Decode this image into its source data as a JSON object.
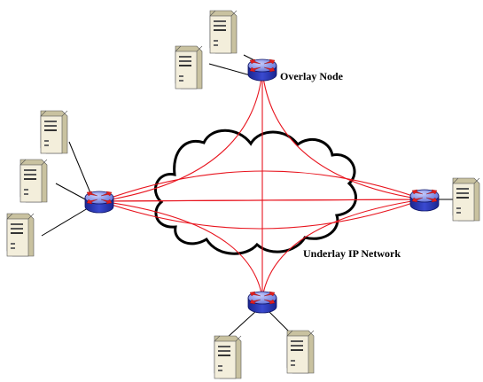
{
  "labels": {
    "overlay_node": "Overlay Node",
    "underlay_network": "Underlay IP Network"
  },
  "colors": {
    "overlay_link": "#e8141e",
    "access_link": "#000000",
    "router_top": "#7a86e6",
    "router_body": "#2636b8",
    "router_arrow": "#e01e1e",
    "cloud_stroke": "#000000",
    "server_body": "#f1ecd6",
    "server_side": "#c9c2a0"
  },
  "nodes": [
    {
      "id": "router-top",
      "icon": "router-icon"
    },
    {
      "id": "router-left",
      "icon": "router-icon"
    },
    {
      "id": "router-right",
      "icon": "router-icon"
    },
    {
      "id": "router-bottom",
      "icon": "router-icon"
    }
  ],
  "servers": [
    {
      "id": "server-top-1",
      "attached_to": "router-top",
      "icon": "server-icon"
    },
    {
      "id": "server-top-2",
      "attached_to": "router-top",
      "icon": "server-icon"
    },
    {
      "id": "server-left-1",
      "attached_to": "router-left",
      "icon": "server-icon"
    },
    {
      "id": "server-left-2",
      "attached_to": "router-left",
      "icon": "server-icon"
    },
    {
      "id": "server-left-3",
      "attached_to": "router-left",
      "icon": "server-icon"
    },
    {
      "id": "server-right-1",
      "attached_to": "router-right",
      "icon": "server-icon"
    },
    {
      "id": "server-bottom-1",
      "attached_to": "router-bottom",
      "icon": "server-icon"
    },
    {
      "id": "server-bottom-2",
      "attached_to": "router-bottom",
      "icon": "server-icon"
    }
  ]
}
